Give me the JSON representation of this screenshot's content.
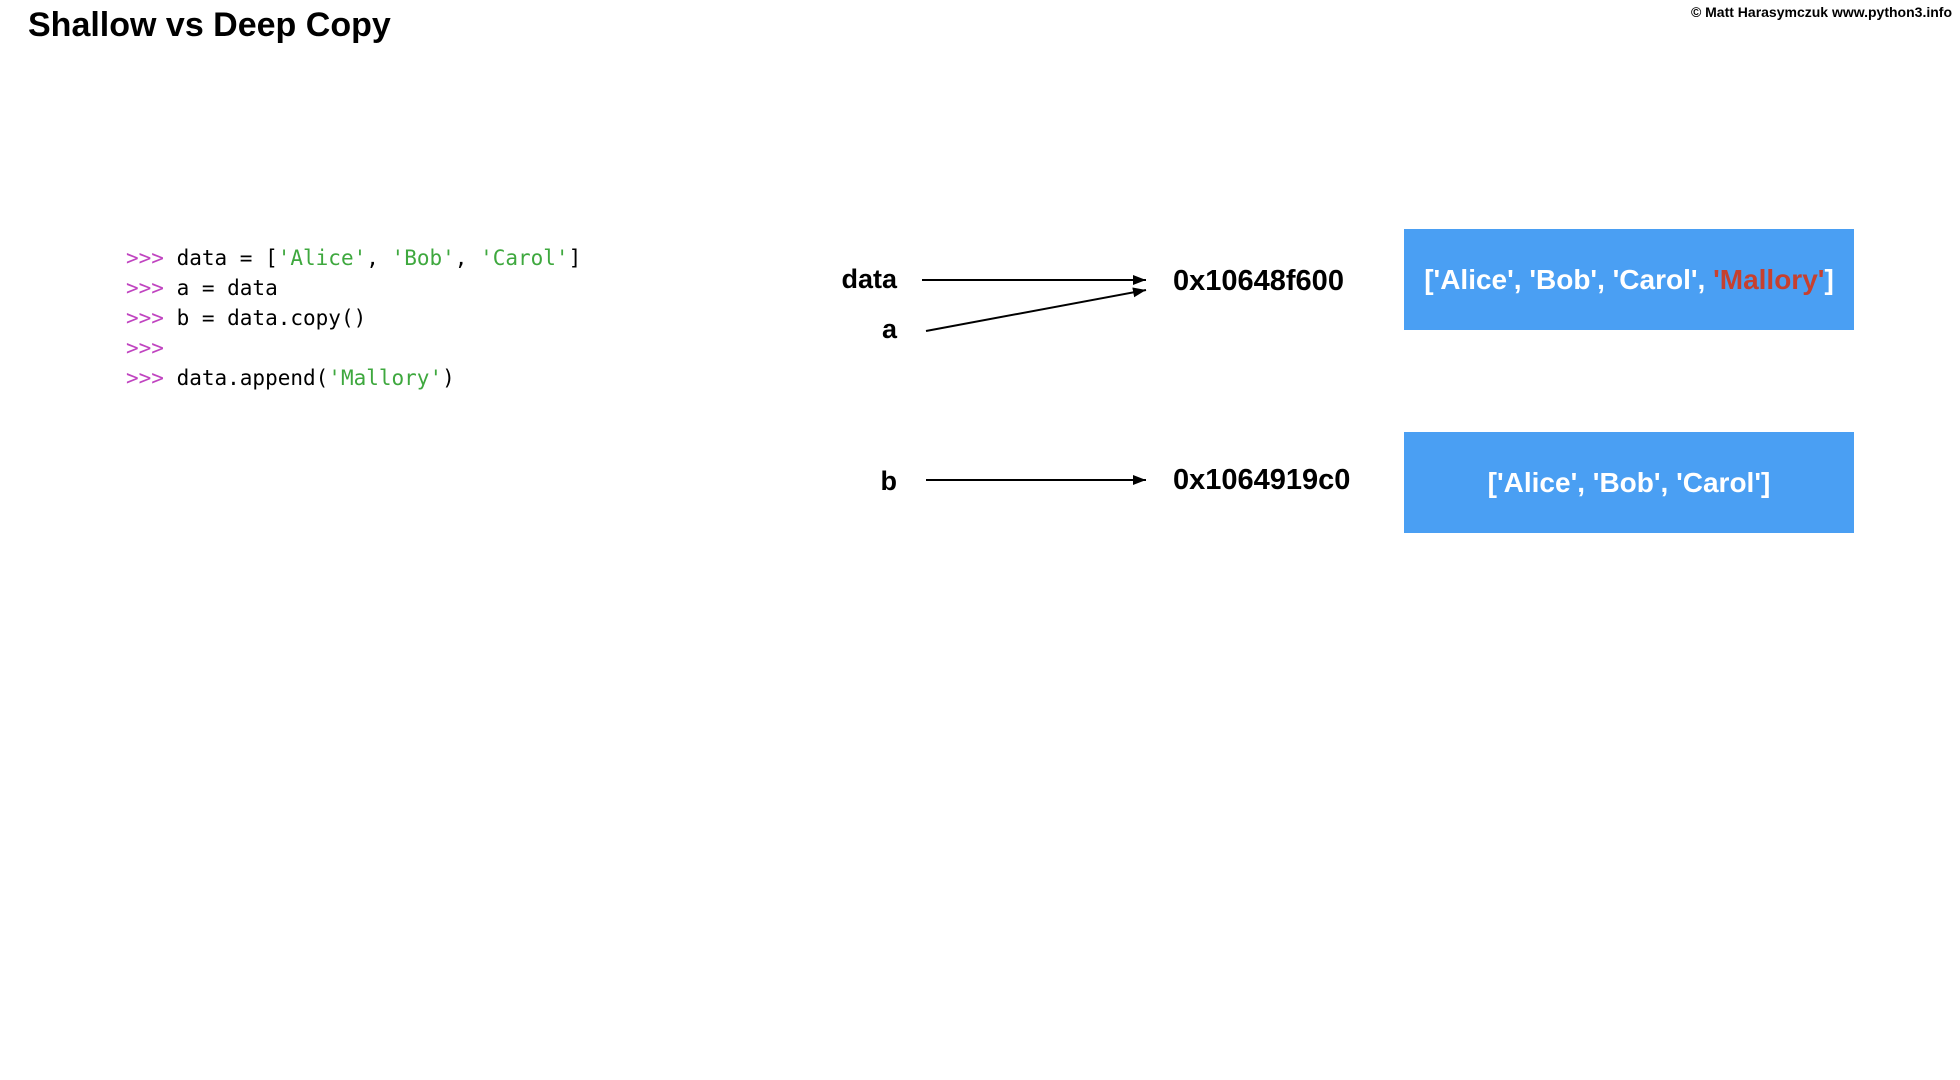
{
  "header": {
    "title": "Shallow vs Deep Copy",
    "copyright": "© Matt Harasymczuk www.python3.info"
  },
  "console": {
    "lines": [
      {
        "tokens": [
          {
            "type": "prompt",
            "text": ">>> "
          },
          {
            "type": "code",
            "text": "data = ["
          },
          {
            "type": "string",
            "text": "'Alice'"
          },
          {
            "type": "code",
            "text": ", "
          },
          {
            "type": "string",
            "text": "'Bob'"
          },
          {
            "type": "code",
            "text": ", "
          },
          {
            "type": "string",
            "text": "'Carol'"
          },
          {
            "type": "code",
            "text": "]"
          }
        ]
      },
      {
        "tokens": [
          {
            "type": "prompt",
            "text": ">>> "
          },
          {
            "type": "code",
            "text": "a = data"
          }
        ]
      },
      {
        "tokens": [
          {
            "type": "prompt",
            "text": ">>> "
          },
          {
            "type": "code",
            "text": "b = data.copy()"
          }
        ]
      },
      {
        "tokens": [
          {
            "type": "prompt",
            "text": ">>>"
          }
        ]
      },
      {
        "tokens": [
          {
            "type": "prompt",
            "text": ">>> "
          },
          {
            "type": "code",
            "text": "data.append("
          },
          {
            "type": "string",
            "text": "'Mallory'"
          },
          {
            "type": "code",
            "text": ")"
          }
        ]
      }
    ]
  },
  "diagram": {
    "shallow": {
      "variable_data": "data",
      "variable_a": "a",
      "address": "0x10648f600",
      "list_prefix": "['Alice', 'Bob', 'Carol', ",
      "list_appended": "'Mallory'",
      "list_suffix": "]"
    },
    "deep": {
      "variable_b": "b",
      "address": "0x1064919c0",
      "list": "['Alice', 'Bob', 'Carol']"
    }
  },
  "colors": {
    "box_blue": "#4A9FF3",
    "appended_red": "#C6402F",
    "prompt_magenta": "#C044C0",
    "string_green": "#3EA83E"
  }
}
